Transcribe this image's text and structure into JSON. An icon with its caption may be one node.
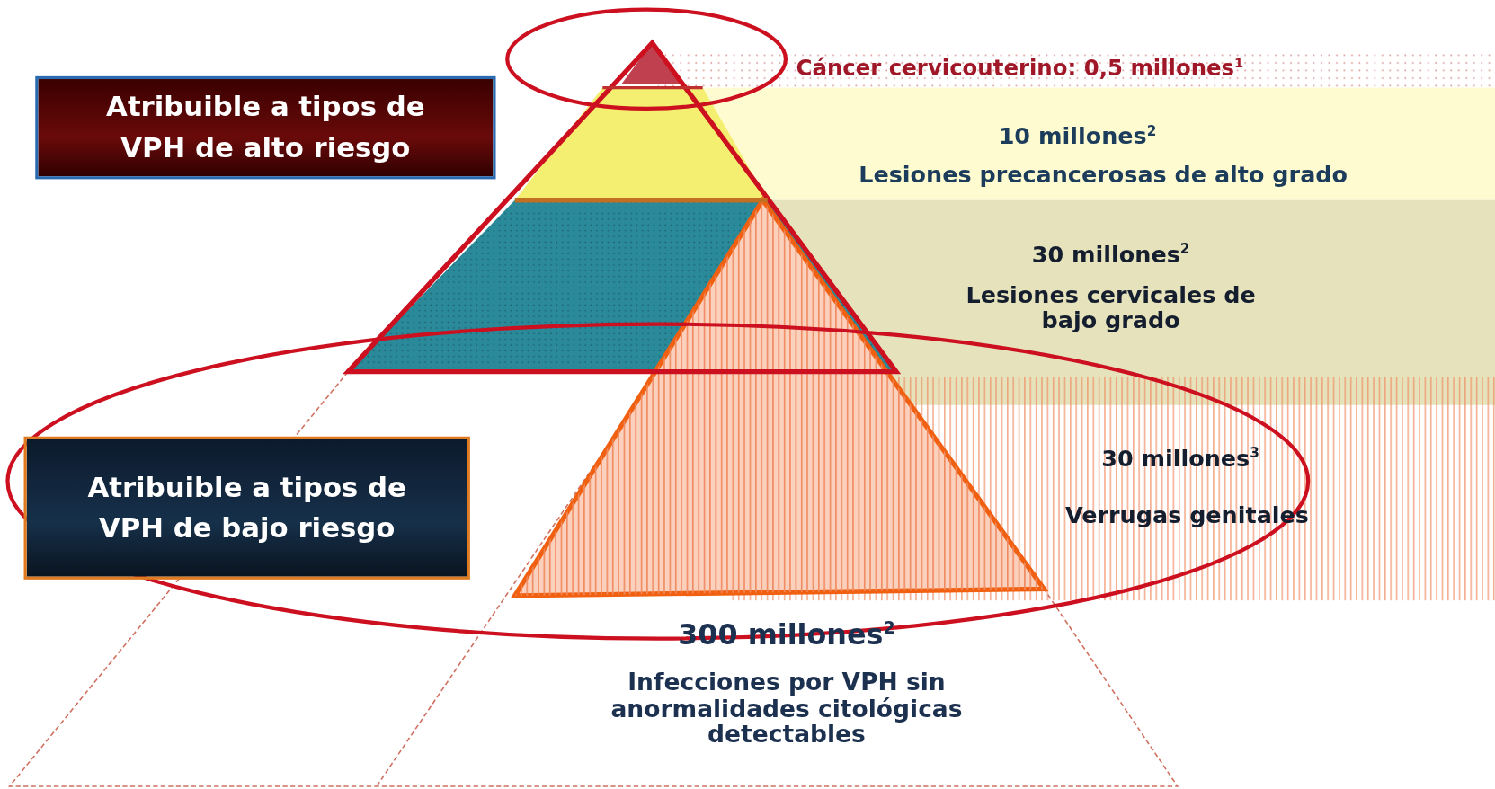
{
  "diagram": {
    "nodes": [
      {
        "text": [
          "Atribuible a tipos de VPH de alto riesgo"
        ]
      },
      {
        "text": [
          "Cáncer cervicouterino: 0,5 millones$^{1}$"
        ]
      },
      {
        "text": [
          "10 millones$^{2}$",
          "Lesiones precancerosas de alto grado"
        ]
      },
      {
        "text": [
          "30 millones$^{2}$",
          "Lesiones cervicales de bajo grado"
        ]
      },
      {
        "text": [
          "Atribuible a tipos de VPH de bajo riesgo"
        ]
      },
      {
        "text": [
          "30 millones$^{3}$",
          "Verrugas genitales"
        ]
      },
      {
        "text": [
          "300 millones$^{2}$",
          "Infecciones por VPH sin anormalidades citológicas detectables"
        ]
      }
    ],
    "edges": []
  }
}
